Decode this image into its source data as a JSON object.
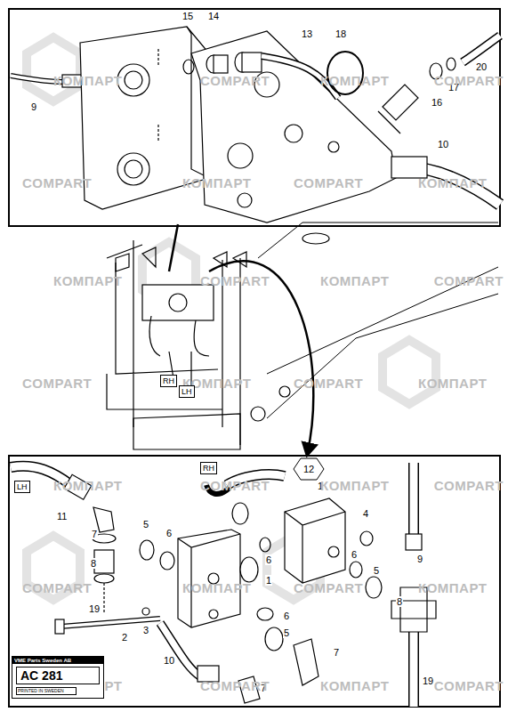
{
  "diagram": {
    "nodes": [
      {
        "text": [
          "RH"
        ]
      },
      {
        "text": [
          "LH"
        ]
      },
      {
        "text": [
          "RH"
        ]
      },
      {
        "text": [
          "LH"
        ]
      },
      {
        "text": [
          "12"
        ]
      },
      {
        "text": [
          "VME Parts Sweden AB",
          "AC 281",
          "PRINTED IN SWEDEN"
        ]
      }
    ],
    "labels": [
      "15",
      "14",
      "13",
      "18",
      "20",
      "9",
      "17",
      "16",
      "10",
      "11",
      "7",
      "8",
      "19",
      "2",
      "3",
      "10",
      "7",
      "5",
      "6",
      "6",
      "1",
      "6",
      "5",
      "7",
      "1",
      "4",
      "6",
      "5",
      "9",
      "8",
      "19",
      "КОМПАРТ",
      "COMPART",
      "КОМПАРТ",
      "COMPART",
      "COMPART",
      "КОМПАРТ",
      "COMPART",
      "КОМПАРТ",
      "КОМПАРТ",
      "COMPART",
      "КОМПАРТ",
      "COMPART",
      "COMPART",
      "КОМПАРТ",
      "COMPART",
      "КОМПАРТ",
      "КОМПАРТ",
      "COMPART",
      "КОМПАРТ",
      "COMPART",
      "COMPART",
      "КОМПАРТ",
      "COMPART",
      "КОМПАРТ",
      "КОМПАРТ",
      "COMPART",
      "КОМПАРТ",
      "COMPART"
    ]
  }
}
